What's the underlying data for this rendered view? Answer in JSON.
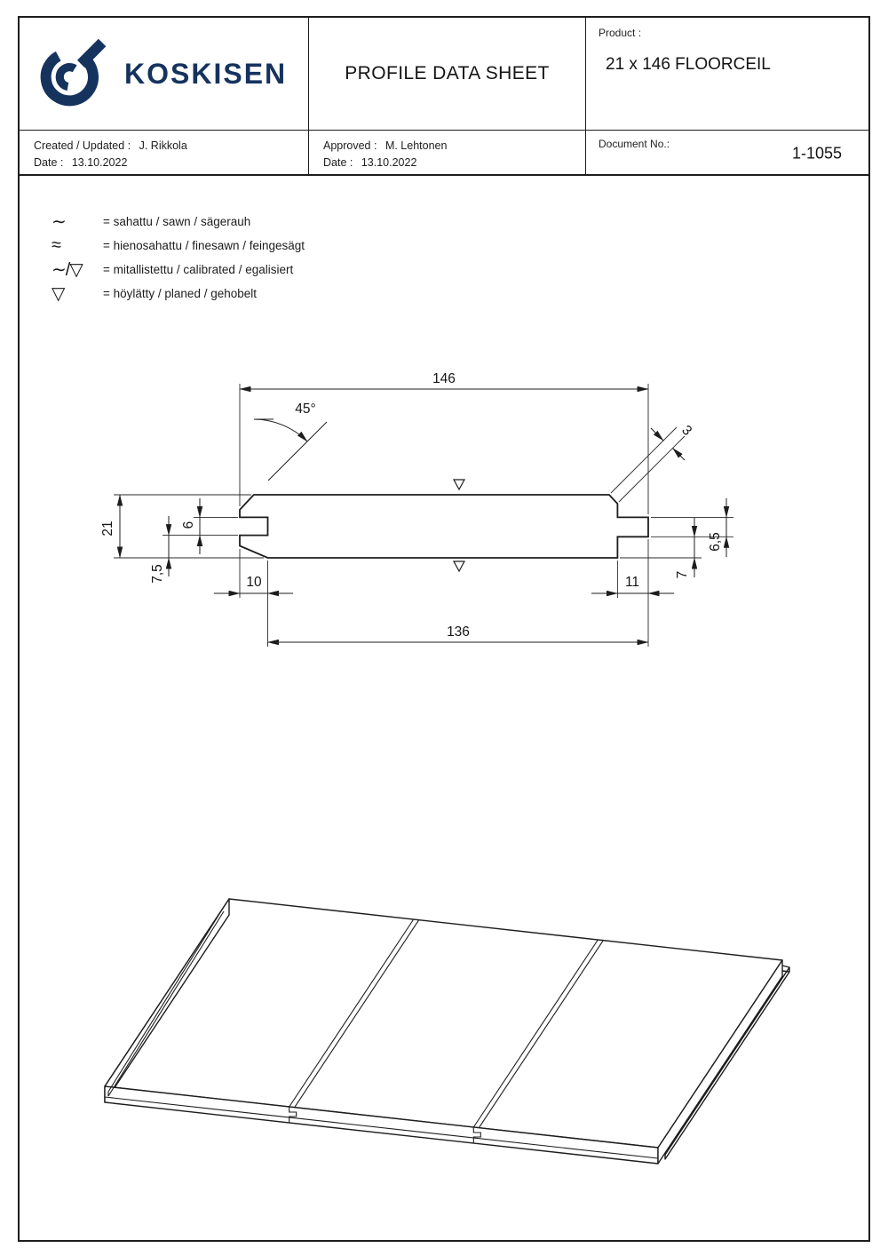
{
  "colors": {
    "line": "#1d1d1f",
    "brand": "#16335e"
  },
  "header": {
    "brand": "KOSKISEN",
    "title": "PROFILE DATA SHEET",
    "product_label": "Product :",
    "product_value": "21 x 146 FLOORCEIL",
    "created_label": "Created / Updated :",
    "created_value": "J. Rikkola",
    "created_date_label": "Date :",
    "created_date": "13.10.2022",
    "approved_label": "Approved :",
    "approved_value": "M. Lehtonen",
    "approved_date_label": "Date :",
    "approved_date": "13.10.2022",
    "document_no_label": "Document No.:",
    "document_no": "1-1055"
  },
  "legend": {
    "items": [
      {
        "symbol": "∼",
        "text": "= sahattu / sawn / sägerauh"
      },
      {
        "symbol": "≈",
        "text": "= hienosahattu / finesawn / feingesägt"
      },
      {
        "symbol": "∼/▽",
        "text": "= mitallistettu / calibrated / egalisiert"
      },
      {
        "symbol": "▽",
        "text": "= höylätty / planed / gehobelt"
      }
    ]
  },
  "drawing": {
    "dims": {
      "overall_width": "146",
      "chamfer_angle": "45°",
      "chamfer_size": "3",
      "thickness": "21",
      "groove_height": "6",
      "groove_to_bottom": "7,5",
      "groove_depth": "10",
      "tongue_length": "11",
      "tongue_to_bottom": "7",
      "tongue_thickness": "6,5",
      "bottom_width": "136"
    }
  }
}
